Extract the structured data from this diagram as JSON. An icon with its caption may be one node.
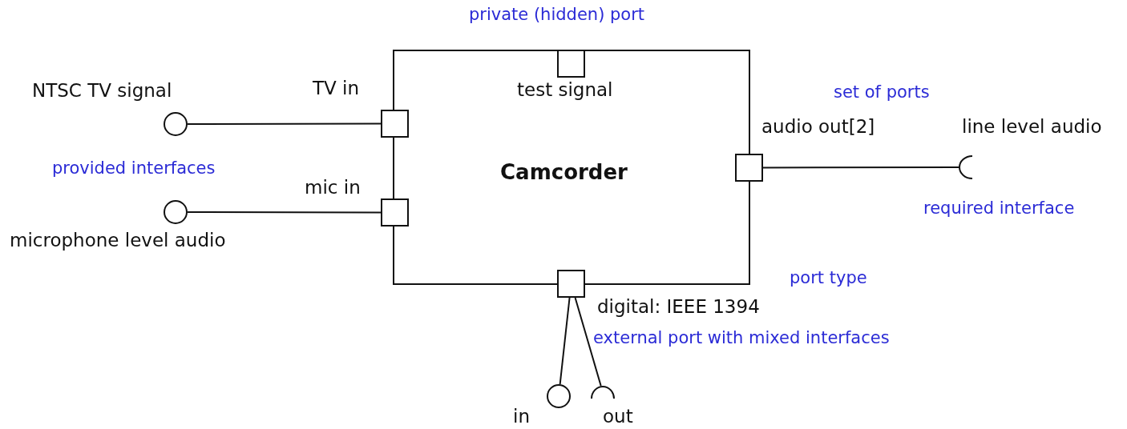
{
  "diagram": {
    "nodes": [
      {
        "text": [
          "Camcorder"
        ]
      },
      {
        "text": [],
        "shape": "box",
        "beside": [
          "test signal"
        ],
        "in": 0
      },
      {
        "text": [],
        "shape": "box",
        "beside": [
          "TV in"
        ]
      },
      {
        "text": [],
        "shape": "box",
        "beside": [
          "mic in"
        ]
      },
      {
        "text": [],
        "shape": "box",
        "beside": [
          "audio out[2]"
        ]
      },
      {
        "text": [],
        "shape": "box",
        "beside": [
          "digital: IEEE 1394"
        ]
      },
      {
        "text": [],
        "shape": "circle",
        "beside": [
          "NTSC TV signal"
        ]
      },
      {
        "text": [],
        "shape": "circle",
        "beside": [
          "microphone level audio"
        ]
      },
      {
        "text": [],
        "shape": "arc",
        "beside": [
          "line level audio"
        ]
      },
      {
        "text": [],
        "shape": "circle",
        "beside": [
          "in"
        ]
      },
      {
        "text": [],
        "shape": "arc",
        "beside": [
          "out"
        ]
      }
    ],
    "edges": [
      {
        "from": 2,
        "to": 6,
        "arrow": "none"
      },
      {
        "from": 3,
        "to": 7,
        "arrow": "none"
      },
      {
        "from": 4,
        "to": 8,
        "arrow": "none"
      },
      {
        "from": 5,
        "to": 9,
        "arrow": "none"
      },
      {
        "from": 5,
        "to": 10,
        "arrow": "none"
      }
    ],
    "labels": [
      "private (hidden) port",
      "set of ports",
      "provided interfaces",
      "required interface",
      "port type",
      "external port with mixed interfaces"
    ]
  }
}
